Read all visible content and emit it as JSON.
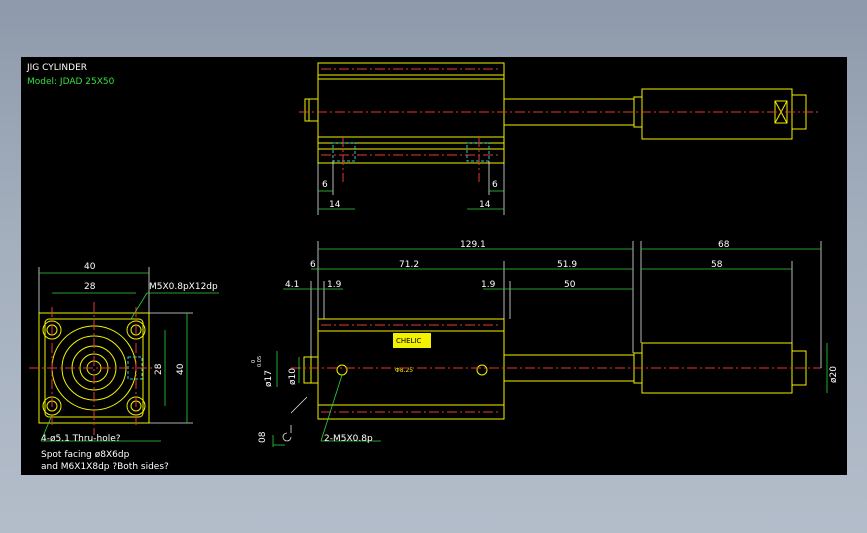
{
  "title": "JIG CYLINDER",
  "model": "Model: JDAD 25X50",
  "colors": {
    "background": "#000000",
    "outline": "#f2f200",
    "centerline": "#e23a3a",
    "dimension": "#33e03c",
    "dim_text": "#ffffff",
    "hidden": "#20c8d8"
  },
  "top_view": {
    "dims": [
      "6",
      "6",
      "14",
      "14"
    ]
  },
  "front_view": {
    "dims_top": [
      "129.1",
      "68",
      "6",
      "71.2",
      "51.9",
      "58",
      "4.1",
      "1.9",
      "1.9",
      "50"
    ],
    "dims_side": [
      "ø17",
      "ø10",
      "ø20",
      "0.05",
      "0"
    ],
    "dim_bottom": "08",
    "center_label": "Φ8.25",
    "brand": "CHELIC",
    "note_ports": "2-M5X0.8p"
  },
  "end_view": {
    "dims": [
      "40",
      "28",
      "28",
      "40"
    ],
    "note_top": "M5X0.8pX12dp",
    "notes": [
      "4-ø5.1 Thru-hole?",
      "Spot facing ø8X6dp",
      "and M6X1X8dp ?Both sides?"
    ]
  }
}
